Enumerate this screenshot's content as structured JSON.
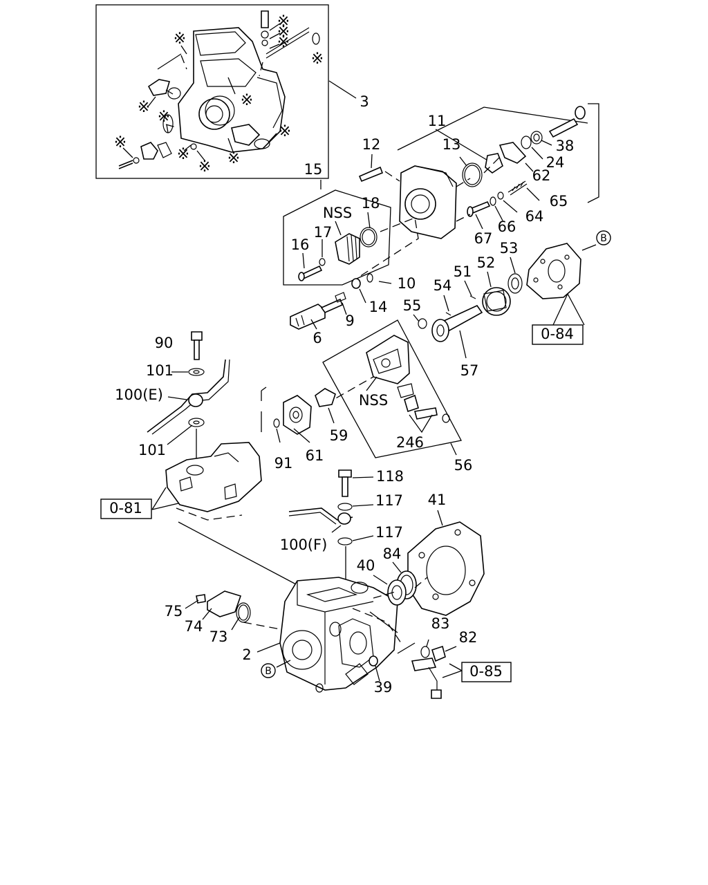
{
  "labels": {
    "n3": "3",
    "n11": "11",
    "n12": "12",
    "n13": "13",
    "n15": "15",
    "n16": "16",
    "n17": "17",
    "n18": "18",
    "nss_a": "NSS",
    "n38": "38",
    "n24": "24",
    "n62": "62",
    "n65": "65",
    "n64": "64",
    "n66": "66",
    "n67": "67",
    "n10": "10",
    "n14": "14",
    "n9": "9",
    "n6": "6",
    "n53": "53",
    "n52": "52",
    "n51": "51",
    "n54": "54",
    "n55": "55",
    "n57": "57",
    "n90": "90",
    "n101a": "101",
    "n100e": "100(E)",
    "n101b": "101",
    "nss_b": "NSS",
    "n59": "59",
    "n246": "246",
    "n91": "91",
    "n61": "61",
    "n56": "56",
    "n118": "118",
    "n117a": "117",
    "n41": "41",
    "n100f": "100(F)",
    "n117b": "117",
    "n84": "84",
    "n40": "40",
    "n75": "75",
    "n74": "74",
    "n73": "73",
    "n83": "83",
    "n82": "82",
    "n2": "2",
    "n39": "39"
  },
  "references": {
    "ref_084": "0-84",
    "ref_081": "0-81",
    "ref_085": "0-85"
  },
  "callouts": {
    "b_top": "B",
    "b_bottom": "B"
  },
  "marks": {
    "asterisk": "※"
  }
}
